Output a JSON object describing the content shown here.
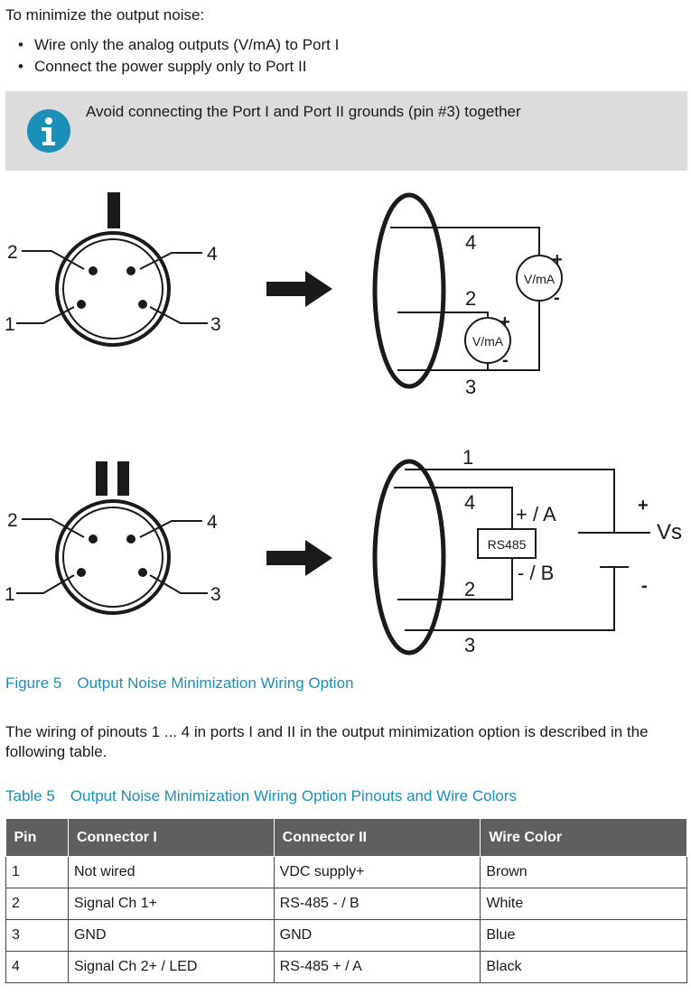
{
  "intro": "To minimize the output noise:",
  "bullets": [
    "Wire only the analog outputs (V/mA) to Port I",
    "Connect the power supply only to Port II"
  ],
  "note": {
    "icon": "info-icon",
    "text": "Avoid connecting the Port I and Port II grounds (pin #3) together"
  },
  "diagram": {
    "port1": {
      "label": "I",
      "pins": [
        "2",
        "4",
        "1",
        "3"
      ],
      "wires": [
        "4",
        "2",
        "3"
      ],
      "meter": "V/mA",
      "plus": "+",
      "minus": "-"
    },
    "port2": {
      "label": "II",
      "pins": [
        "2",
        "4",
        "1",
        "3"
      ],
      "wires": [
        "1",
        "4",
        "2",
        "3"
      ],
      "rs485": "RS485",
      "a_label": "+ / A",
      "b_label": "- / B",
      "vs": "Vs",
      "plus": "+",
      "minus": "-"
    }
  },
  "figure_caption": {
    "number": "Figure 5",
    "title": "Output Noise Minimization Wiring Option"
  },
  "paragraph": "The wiring of pinouts 1 ... 4 in ports I and II in the output minimization option is described in the following table.",
  "table_caption": {
    "number": "Table 5",
    "title": "Output Noise Minimization Wiring Option Pinouts and Wire Colors"
  },
  "table": {
    "headers": [
      "Pin",
      "Connector I",
      "Connector II",
      "Wire Color"
    ],
    "rows": [
      [
        "1",
        "Not wired",
        "VDC supply+",
        "Brown"
      ],
      [
        "2",
        "Signal Ch 1+",
        "RS-485 - / B",
        "White"
      ],
      [
        "3",
        "GND",
        "GND",
        "Blue"
      ],
      [
        "4",
        "Signal Ch 2+ / LED",
        "RS-485 + / A",
        "Black"
      ]
    ]
  },
  "colors": {
    "caption": "#1b8fb7",
    "icon": "#1b8fb7",
    "note_bg": "#dcdcdc",
    "table_header": "#5f5f5f"
  }
}
